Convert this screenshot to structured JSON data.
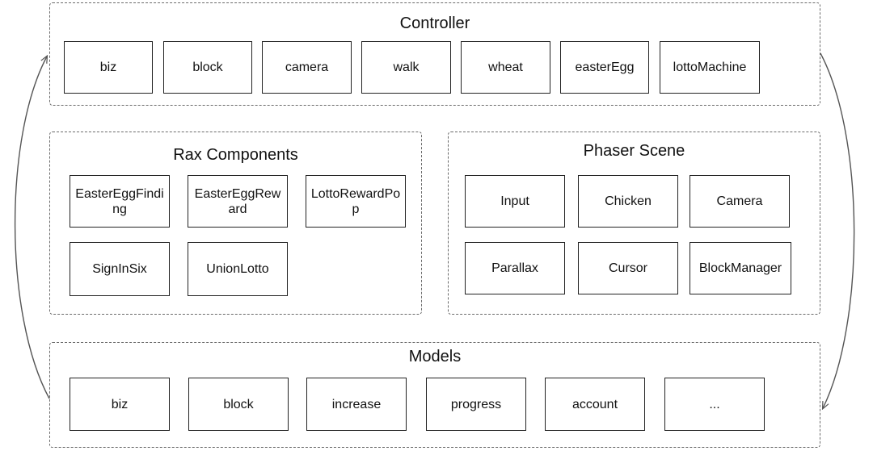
{
  "controller": {
    "title": "Controller",
    "items": [
      "biz",
      "block",
      "camera",
      "walk",
      "wheat",
      "easterEgg",
      "lottoMachine"
    ]
  },
  "rax": {
    "title": "Rax Components",
    "items": [
      "EasterEggFinding",
      "EasterEggReward",
      "LottoRewardPop",
      "SignInSix",
      "UnionLotto"
    ]
  },
  "phaser": {
    "title": "Phaser Scene",
    "items": [
      "Input",
      "Chicken",
      "Camera",
      "Parallax",
      "Cursor",
      "BlockManager"
    ]
  },
  "models": {
    "title": "Models",
    "items": [
      "biz",
      "block",
      "increase",
      "progress",
      "account",
      "..."
    ]
  },
  "colors": {
    "border": "#222222",
    "dashed": "#6b6b6b",
    "arrow": "#555555"
  }
}
